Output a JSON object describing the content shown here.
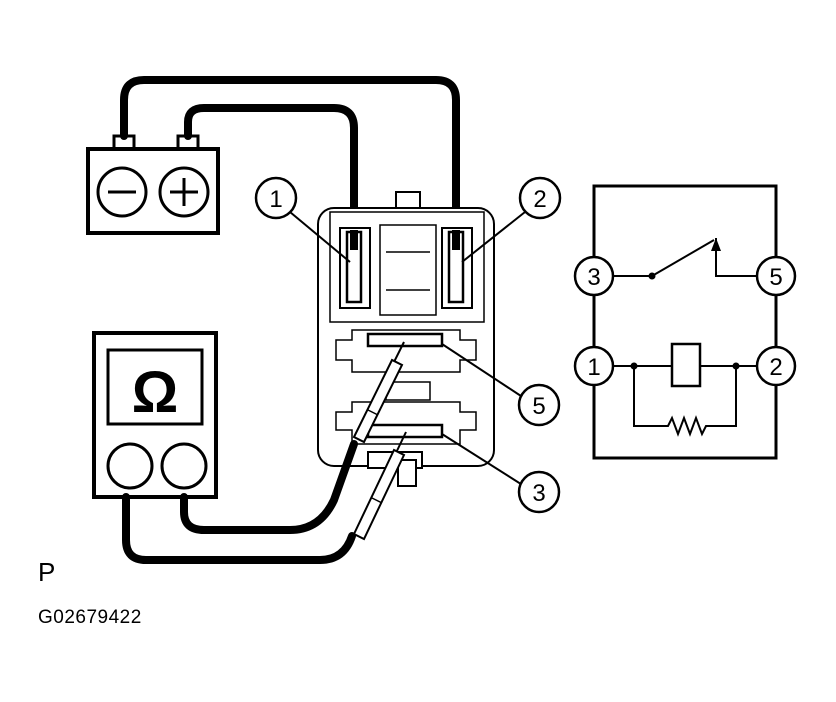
{
  "callouts": {
    "relay_terminal_1": "1",
    "relay_terminal_2": "2",
    "relay_terminal_5": "5",
    "relay_terminal_3": "3"
  },
  "schematic": {
    "terminal_3": "3",
    "terminal_5": "5",
    "terminal_1": "1",
    "terminal_2": "2"
  },
  "battery": {
    "negative_symbol": "−",
    "positive_symbol": "+"
  },
  "ohmmeter": {
    "unit_symbol": "Ω"
  },
  "footer": {
    "view_letter": "P",
    "figure_code": "G02679422"
  }
}
